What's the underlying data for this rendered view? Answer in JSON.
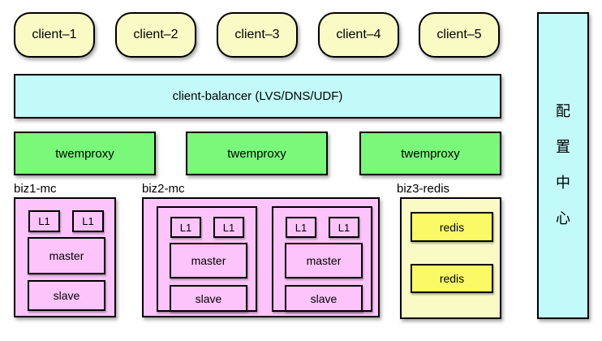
{
  "clients": [
    {
      "label": "client–1"
    },
    {
      "label": "client–2"
    },
    {
      "label": "client–3"
    },
    {
      "label": "client–4"
    },
    {
      "label": "client–5"
    }
  ],
  "balancer": {
    "label": "client-balancer (LVS/DNS/UDF)"
  },
  "proxies": [
    {
      "label": "twemproxy"
    },
    {
      "label": "twemproxy"
    },
    {
      "label": "twemproxy"
    }
  ],
  "biz1": {
    "title": "biz1-mc",
    "l1a": "L1",
    "l1b": "L1",
    "master": "master",
    "slave": "slave"
  },
  "biz2": {
    "title": "biz2-mc",
    "groups": [
      {
        "l1a": "L1",
        "l1b": "L1",
        "master": "master",
        "slave": "slave"
      },
      {
        "l1a": "L1",
        "l1b": "L1",
        "master": "master",
        "slave": "slave"
      }
    ]
  },
  "biz3": {
    "title": "biz3-redis",
    "redis": [
      {
        "label": "redis"
      },
      {
        "label": "redis"
      }
    ]
  },
  "config_center": {
    "chars": [
      {
        "ch": "配"
      },
      {
        "ch": "置"
      },
      {
        "ch": "中"
      },
      {
        "ch": "心"
      }
    ]
  },
  "colors": {
    "client_fill": "#FAFAC5",
    "cyan_fill": "#C2FAFA",
    "proxy_green": "#79F879",
    "cluster_pink": "#FCC4FA",
    "redis_yellow": "#FAFA66",
    "pale_yellow": "#FAFAC5",
    "border": "#000000"
  }
}
